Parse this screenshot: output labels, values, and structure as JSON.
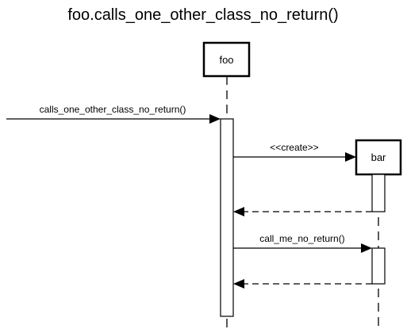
{
  "diagram": {
    "title": "foo.calls_one_other_class_no_return()",
    "participants": {
      "foo": {
        "label": "foo"
      },
      "bar": {
        "label": "bar"
      }
    },
    "messages": {
      "incoming_call": "calls_one_other_class_no_return()",
      "create": "<<create>>",
      "call_me": "call_me_no_return()"
    }
  }
}
